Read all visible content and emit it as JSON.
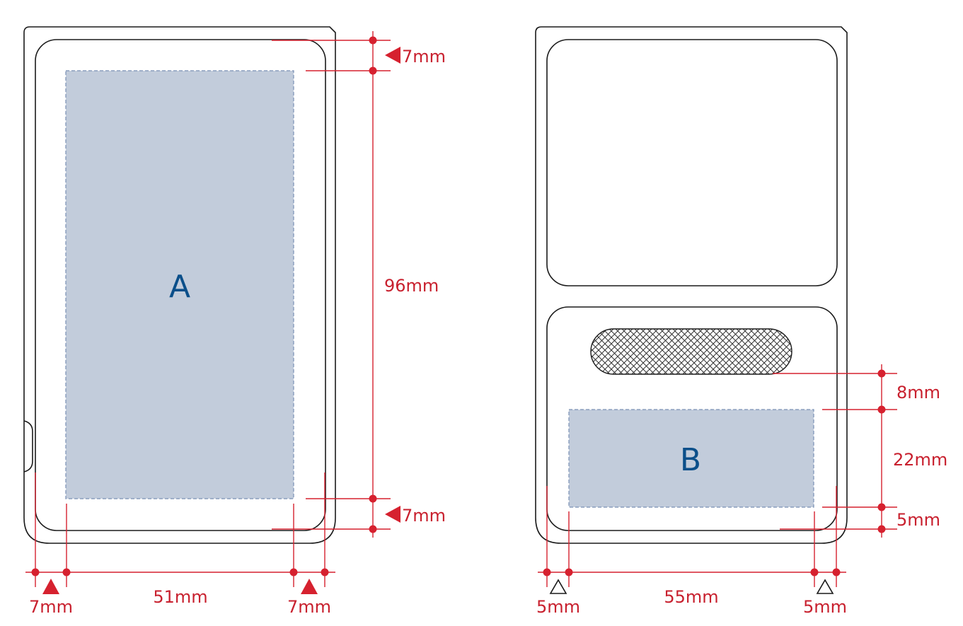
{
  "front": {
    "area_label": "A",
    "top_margin": "7mm",
    "bottom_margin": "7mm",
    "height": "96mm",
    "left_margin": "7mm",
    "width": "51mm",
    "right_margin": "7mm"
  },
  "back": {
    "area_label": "B",
    "gap_above": "8mm",
    "height": "22mm",
    "bottom_margin": "5mm",
    "left_margin": "5mm",
    "width": "55mm",
    "right_margin": "5mm"
  },
  "colors": {
    "dimension_red": "#d6212f",
    "print_area": "#c2ccdb",
    "label_blue": "#0b4f8a"
  }
}
